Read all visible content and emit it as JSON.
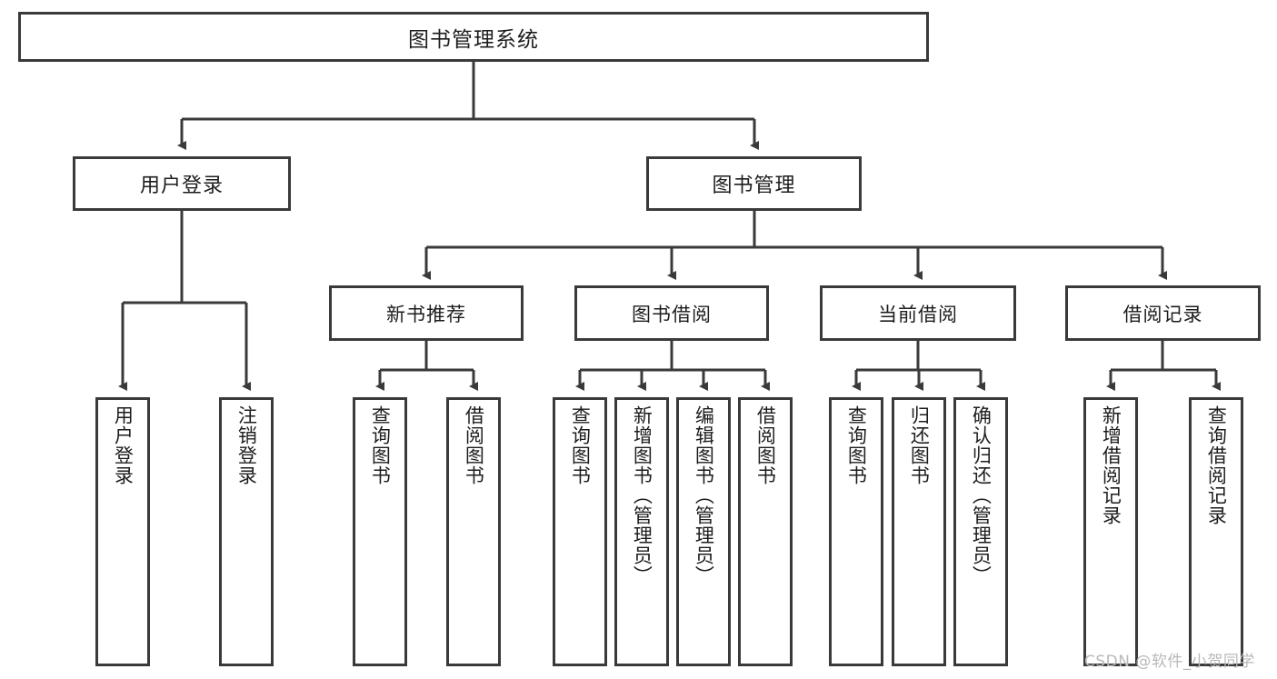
{
  "diagram": {
    "title": "图书管理系统",
    "type": "tree-hierarchy-diagram",
    "colors": {
      "box_border": "#3a3a3a",
      "box_fill": "#ffffff",
      "connector": "#3a3a3a",
      "text": "#1d1d1d",
      "watermark": "#b9b9b9"
    },
    "root": {
      "label": "图书管理系统"
    },
    "level2": [
      {
        "id": "user-login",
        "label": "用户登录"
      },
      {
        "id": "book-management",
        "label": "图书管理"
      }
    ],
    "level3": [
      {
        "id": "new-book-recommend",
        "label": "新书推荐"
      },
      {
        "id": "book-borrow",
        "label": "图书借阅"
      },
      {
        "id": "current-borrow",
        "label": "当前借阅"
      },
      {
        "id": "borrow-record",
        "label": "借阅记录"
      }
    ],
    "leaves": {
      "user_login": [
        {
          "id": "leaf-user-login",
          "label": "用户登录"
        },
        {
          "id": "leaf-logout-login",
          "label": "注销登录"
        }
      ],
      "new_book_recommend": [
        {
          "id": "leaf-query-book-1",
          "label": "查询图书"
        },
        {
          "id": "leaf-borrow-book-1",
          "label": "借阅图书"
        }
      ],
      "book_borrow": [
        {
          "id": "leaf-query-book-2",
          "label": "查询图书"
        },
        {
          "id": "leaf-add-book",
          "label": "新增图书（管理员）"
        },
        {
          "id": "leaf-edit-book",
          "label": "编辑图书（管理员）"
        },
        {
          "id": "leaf-borrow-book-2",
          "label": "借阅图书"
        }
      ],
      "current_borrow": [
        {
          "id": "leaf-query-book-3",
          "label": "查询图书"
        },
        {
          "id": "leaf-return-book",
          "label": "归还图书"
        },
        {
          "id": "leaf-confirm-return",
          "label": "确认归还（管理员）"
        }
      ],
      "borrow_record": [
        {
          "id": "leaf-add-record",
          "label": "新增借阅记录"
        },
        {
          "id": "leaf-query-record",
          "label": "查询借阅记录"
        }
      ]
    }
  },
  "watermark": {
    "text": "CSDN @软件_小贺同学"
  }
}
